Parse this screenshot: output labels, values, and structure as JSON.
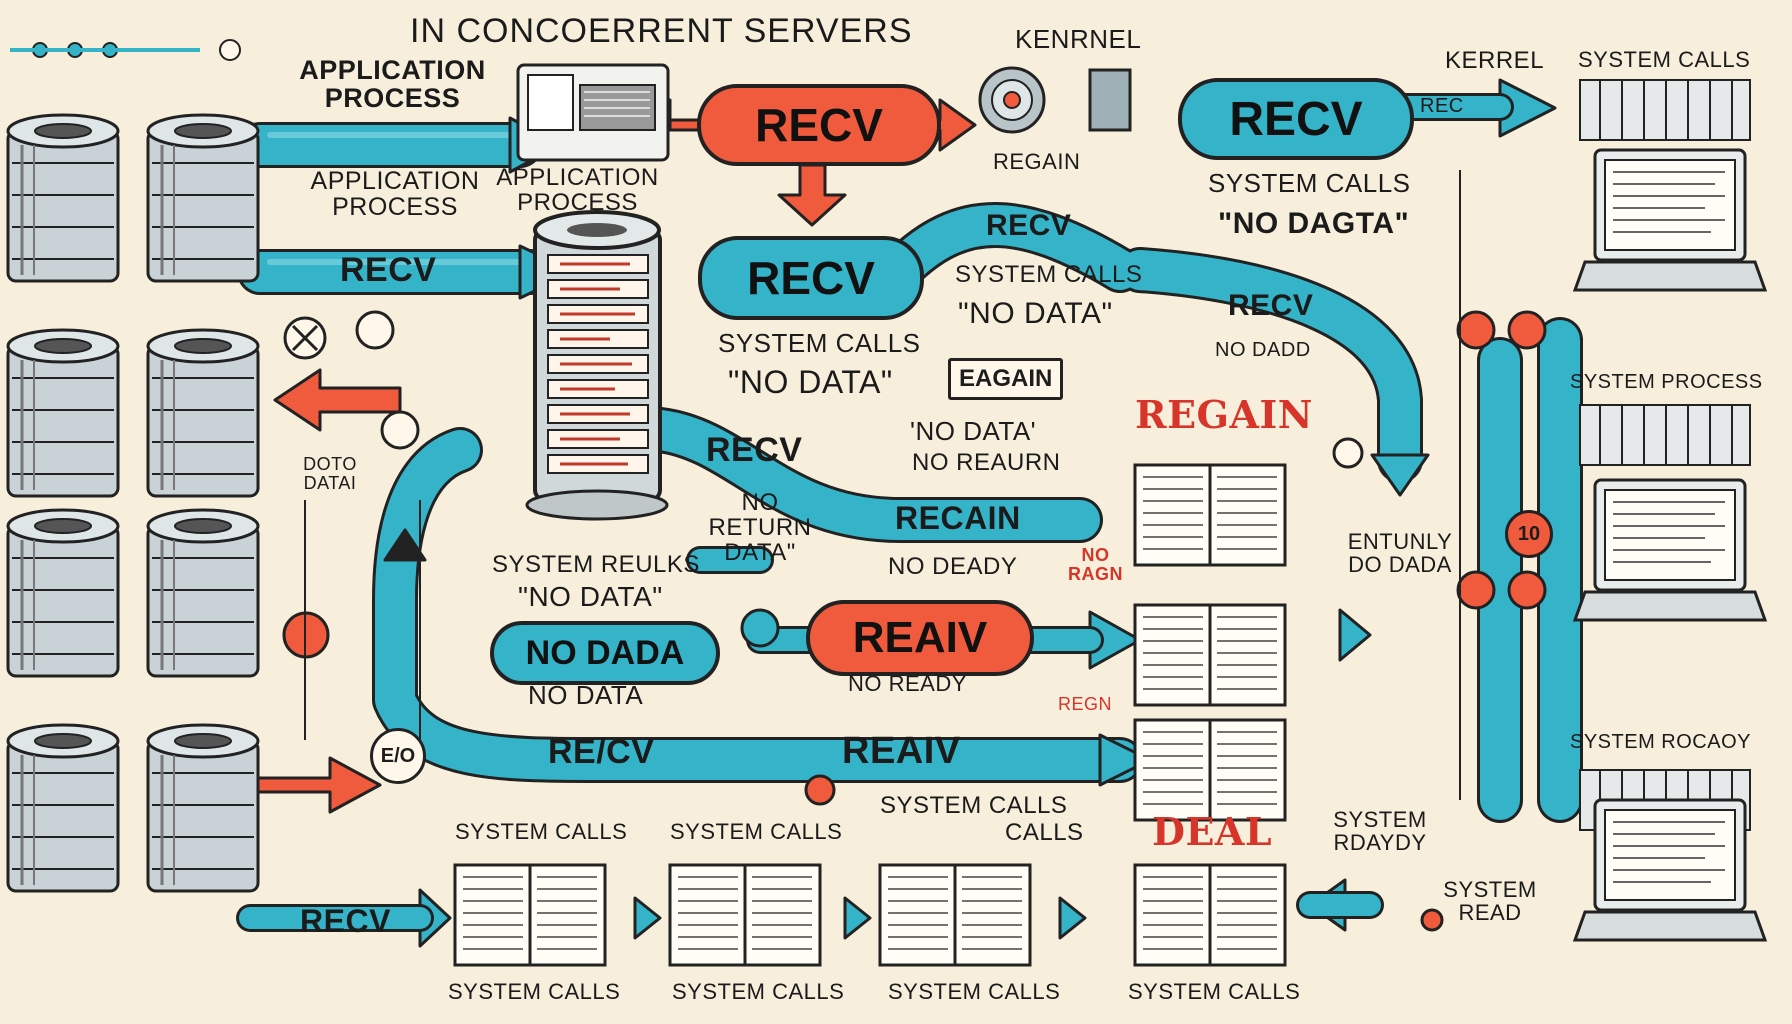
{
  "title": "IN CONCOERRENT SERVERS",
  "labels": {
    "kenrnel": "KENRNEL",
    "kerrel": "KERREL",
    "system_calls_top": "SYSTEM CALLS",
    "application_process_1": "APPLICATION PROCESS",
    "application_process_2": "APPLICATION PROCESS",
    "application_process_3": "APPLICATION PROCESS",
    "regain_top": "REGAIN",
    "system_calls_kernel": "SYSTEM CALLS",
    "no_data_kernel": "\"NO DAGTA\"",
    "system_calls_mid": "SYSTEM CALLS",
    "no_data_mid": "\"NO DATA\"",
    "system_calls_left": "SYSTEM CALLS",
    "no_data_left": "\"NO DATA\"",
    "no_data_q": "'NO DATA'",
    "no_reaurn": "NO REAURN",
    "no_return_data": "NO RETURN DATA\"",
    "system_reulks": "SYSTEM REULKS",
    "no_data_reulks": "\"NO DATA\"",
    "no_deady": "NO DEADY",
    "no_ragn": "NO RAGN",
    "no_data_lower": "NO DATA",
    "no_ready": "NO READY",
    "regn": "REGN",
    "doto_data": "DOTO DATAI",
    "no_dadd": "NO DADD",
    "regain_red": "REGAIN",
    "entunly": "ENTUNLY DO DADA",
    "system_process": "SYSTEM PROCESS",
    "system_rocaoy": "SYSTEM ROCAOY",
    "system_calls_b1": "SYSTEM CALLS",
    "system_calls_b2": "SYSTEM CALLS",
    "system_calls_b3": "SYSTEM CALLS",
    "calls_b3": "CALLS",
    "deal": "DEAL",
    "system_rdaydy": "SYSTEM RDAYDY",
    "system_read": "SYSTEM READ",
    "system_calls_bottom_1": "SYSTEM CALLS",
    "system_calls_bottom_2": "SYSTEM CALLS",
    "system_calls_bottom_3": "SYSTEM CALLS",
    "system_calls_bottom_4": "SYSTEM CALLS",
    "rec_arrow": "REC",
    "eo": "E/O",
    "circle_10": "10"
  },
  "pills": {
    "recv_top": "RECV",
    "recv_kernel": "RECV",
    "recv_mid": "RECV",
    "recv_left": "RECV",
    "recv_teal_right": "RECV",
    "recv_loop": "RECV",
    "recain": "RECAIN",
    "no_dada": "NO DADA",
    "reaiv": "REAIV",
    "recv_bottom": "RECV",
    "re_cv": "RE/CV",
    "reaiv_lower": "REAIV",
    "eagain": "EAGAIN"
  },
  "colors": {
    "teal": "#35b3c8",
    "red": "#ef5b3c",
    "background": "#f7efdc"
  }
}
